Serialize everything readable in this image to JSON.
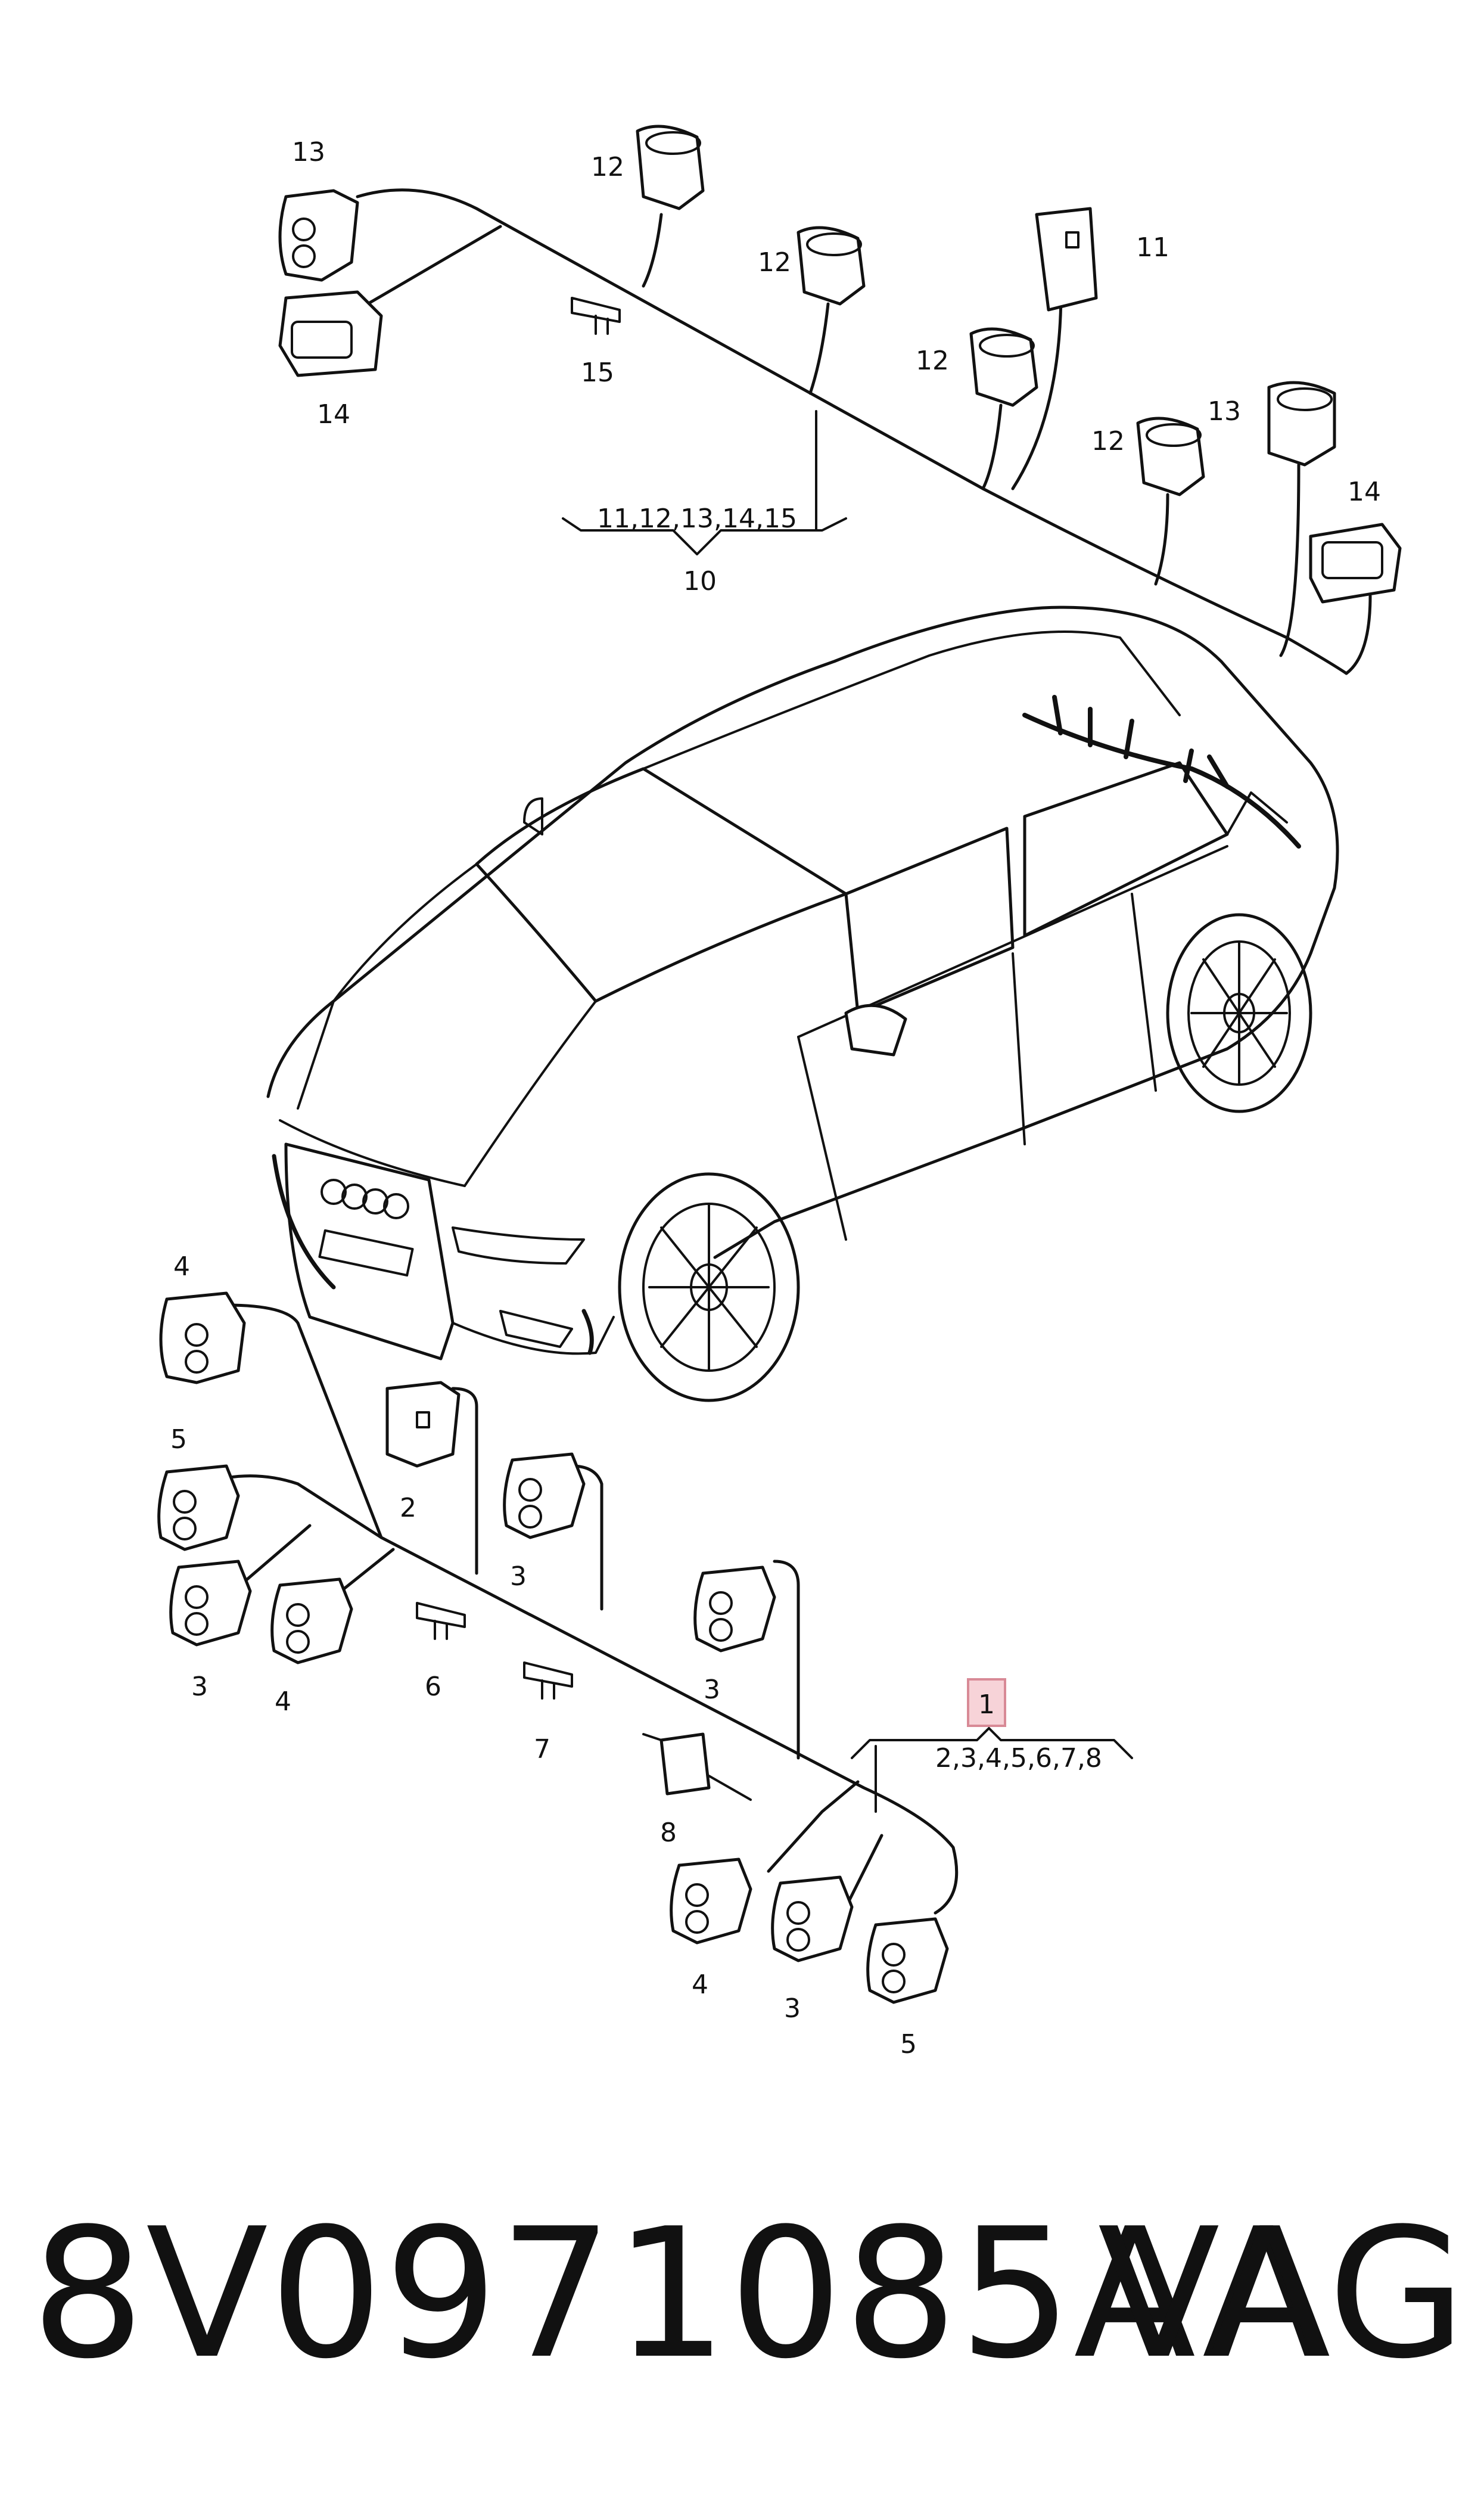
{
  "part_number": "8V0971085AA",
  "brand": "VAG",
  "highlighted_item": "1",
  "groups": {
    "rear": {
      "label": "10",
      "members": "11,12,13,14,15"
    },
    "front": {
      "label": "1",
      "members": "2,3,4,5,6,7,8"
    }
  },
  "callouts": {
    "c13a": "13",
    "c14a": "14",
    "c15": "15",
    "c12a": "12",
    "c12b": "12",
    "c12c": "12",
    "c12d": "12",
    "c11": "11",
    "c13b": "13",
    "c14b": "14",
    "c4a": "4",
    "c5a": "5",
    "c2": "2",
    "c3a": "3",
    "c3b": "3",
    "c4b": "4",
    "c6": "6",
    "c3c": "3",
    "c7": "7",
    "c8": "8",
    "c4c": "4",
    "c3d": "3",
    "c5b": "5"
  }
}
